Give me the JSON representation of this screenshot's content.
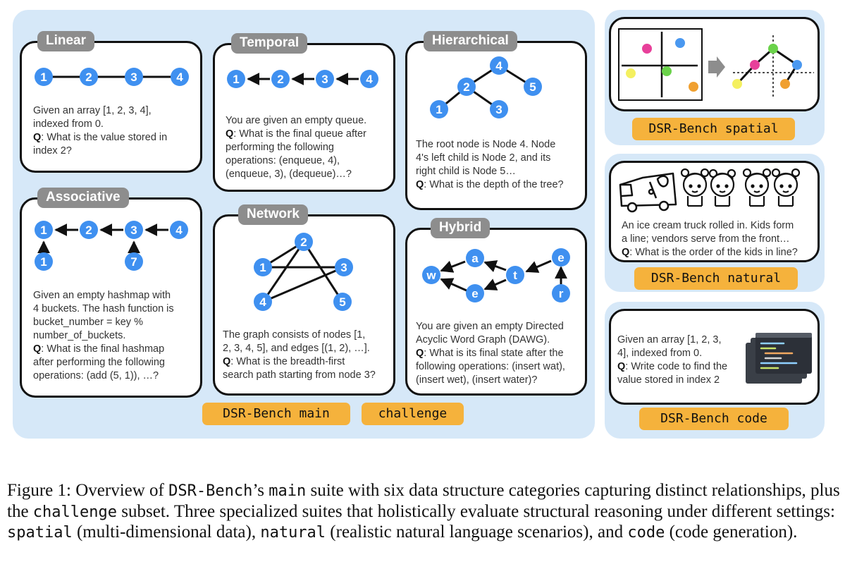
{
  "main": {
    "linear": {
      "title": "Linear",
      "nodes": [
        "1",
        "2",
        "3",
        "4"
      ],
      "text": [
        "Given an array [1, 2, 3, 4],",
        "indexed from 0."
      ],
      "q_label": "Q",
      "q": [
        ": What is the value stored in",
        "index 2?"
      ]
    },
    "temporal": {
      "title": "Temporal",
      "nodes": [
        "1",
        "2",
        "3",
        "4"
      ],
      "text": [
        "You are given an empty queue."
      ],
      "q_label": "Q",
      "q": [
        ": What is the final queue after",
        "performing the following",
        "operations: (enqueue, 4),",
        "(enqueue, 3), (dequeue)…?"
      ]
    },
    "hierarchical": {
      "title": "Hierarchical",
      "nodes": [
        "4",
        "2",
        "5",
        "1",
        "3"
      ],
      "text": [
        "The root node is Node 4. Node",
        "4's left child is Node 2, and its",
        "right child is Node 5…"
      ],
      "q_label": "Q",
      "q": [
        ": What is the depth of the tree?"
      ]
    },
    "associative": {
      "title": "Associative",
      "nodes": [
        "1",
        "2",
        "3",
        "4",
        "1",
        "7"
      ],
      "text": [
        "Given an empty hashmap with",
        "4 buckets. The hash function is",
        "bucket_number = key %",
        "number_of_buckets."
      ],
      "q_label": "Q",
      "q": [
        ": What is the final hashmap",
        "after performing the following",
        "operations: (add (5, 1)), …?"
      ]
    },
    "network": {
      "title": "Network",
      "nodes": [
        "2",
        "1",
        "3",
        "4",
        "5"
      ],
      "text": [
        "The graph consists of nodes [1,",
        "2, 3, 4, 5], and edges [(1, 2), …]."
      ],
      "q_label": "Q",
      "q": [
        ": What is the breadth-first",
        "search path starting from node 3?"
      ]
    },
    "hybrid": {
      "title": "Hybrid",
      "nodes": [
        "a",
        "w",
        "t",
        "e",
        "e",
        "r"
      ],
      "text": [
        "You are given an empty Directed",
        "Acyclic Word Graph (DAWG)."
      ],
      "q_label": "Q",
      "q": [
        ": What is its final state after the",
        "following operations: (insert wat),",
        "(insert wet), (insert water)?"
      ]
    },
    "label_main": "DSR-Bench main",
    "label_challenge": "challenge"
  },
  "spatial": {
    "label": "DSR-Bench spatial",
    "colors": {
      "pink": "#e8409a",
      "blue": "#4a98f0",
      "yellow": "#f4f060",
      "green": "#6ad24a",
      "orange": "#f0a030"
    }
  },
  "natural": {
    "label": "DSR-Bench natural",
    "text": [
      "An ice cream truck rolled in. Kids form",
      "a line; vendors serve from the front…"
    ],
    "q_label": "Q",
    "q": [
      ": What is the order of the kids in line?"
    ]
  },
  "code": {
    "label": "DSR-Bench code",
    "text": [
      "Given an array [1, 2, 3,",
      "4], indexed from 0."
    ],
    "q_label": "Q",
    "q": [
      ": Write code to find the",
      "value stored in index 2"
    ]
  },
  "caption": {
    "p1": "Figure 1:  Overview of ",
    "m1": "DSR-Bench",
    "p2": "’s ",
    "m2": "main",
    "p3": " suite with six data structure categories capturing distinct relationships, plus the ",
    "m3": "challenge",
    "p4": " subset. Three specialized suites that holistically evaluate structural reasoning under different settings: ",
    "m4": "spatial",
    "p5": " (multi-dimensional data), ",
    "m5": "natural",
    "p6": " (realistic natural language scenarios), and ",
    "m6": "code",
    "p7": " (code generation)."
  },
  "colors": {
    "node": "#3f90f0",
    "panel": "#d6e8f8",
    "tag": "#8d8d8d",
    "label": "#f5b23c"
  }
}
